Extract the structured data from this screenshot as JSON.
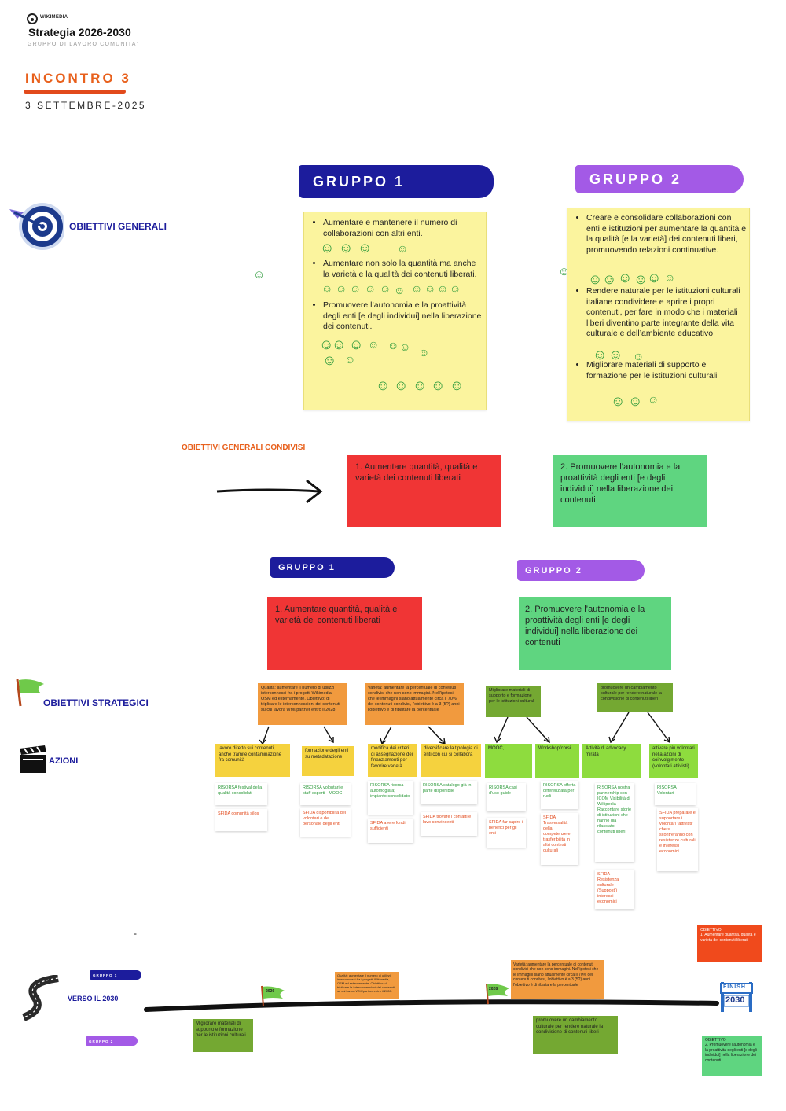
{
  "header": {
    "logo_text": "WIKIMEDIA",
    "title": "Strategia  2026-2030",
    "subtitle": "GRUPPO DI LAVORO COMUNITA'",
    "meeting": "INCONTRO 3",
    "date": "3 SETTEMBRE-2025"
  },
  "groups": {
    "g1": "GRUPPO 1",
    "g2": "GRUPPO 2"
  },
  "sections": {
    "obiettivi_generali": "OBIETTIVI GENERALI",
    "condivisi": "OBIETTIVI GENERALI CONDIVISI",
    "strategici": "OBIETTIVI STRATEGICI",
    "azioni": "AZIONI",
    "verso": "VERSO IL 2030"
  },
  "g1_goals": [
    "Aumentare e mantenere il numero di collaborazioni con altri enti.",
    "Aumentare non solo la quantità ma anche la varietà e la qualità dei contenuti liberati.",
    "Promuovere l’autonomia e la proattività degli enti [e degli individui] nella liberazione dei contenuti."
  ],
  "g2_goals": [
    "Creare e consolidare collaborazioni con enti e istituzioni per aumentare la quantità e la qualità [e la varietà] dei contenuti liberi, promuovendo relazioni continuative.",
    "Rendere naturale per le istituzioni culturali italiane condividere e aprire i propri contenuti, per fare in modo che i materiali liberi diventino parte integrante della vita culturale e dell’ambiente educativo",
    "Migliorare materiali di supporto e formazione per le istituzioni culturali"
  ],
  "shared": {
    "one": "1. Aumentare quantità, qualità e varietà dei contenuti liberati",
    "two": "2. Promuovere l’autonomia e la proattività degli enti [e degli individui] nella liberazione dei contenuti"
  },
  "strategic": {
    "s1": "Qualità: aumentare il numero di utilizzi interconnessi fra i progetti Wikimedia, OSM ed esternamente. Obiettivo: di triplicare le interconnessioni dei contenuti su cui lavora WMI/partner entro il 2028.",
    "s2": "Varietà: aumentare la percentuale di contenuti condivisi che non sono immagini. Nell'ipotesi che le immagini siano attualmente circa il 70% dei contenuti condivisi, l'obiettivo è a 3 (5?) anni l'obiettivo è di ribaltare la percentuale",
    "s3": "Migliorare materiali di supporto e formazione per le istituzioni culturali",
    "s4": "promuovere un cambiamento culturale per rendere naturale la condivisione di contenuti liberi"
  },
  "actions": {
    "a1": "lavoro diretto sui contenuti, anche tramite contaminazione fra comunità",
    "a2": "formazione degli enti su metadatazione",
    "a3": "modifica dei criteri di assegnazione dei finanziamenti per favorire varietà",
    "a4": "diversificare la tipologia di enti con cui si collabora",
    "a5": "MOOC,",
    "a6": "Workshop/corsi",
    "a7": "Attività di advocacy mirata",
    "a8": "attivare più volontari nella azioni di coinvolgimento (volontari attivisti)"
  },
  "cards": {
    "c1r": "RISORSA festival della qualità consolidati",
    "c1s": "SFIDA comunità silos",
    "c2r": "RISORSA volontari e staff esperti - MOOC",
    "c2s": "SFIDA disponibilità dei volontari e del personale degli enti",
    "c3r": "RISORSA risorsa automoglata; impianto consolidato",
    "c3s": "SFIDA avere fondi sufficienti",
    "c4r": "RISORSA catalogo già in parte disponibile",
    "c4s": "SFIDA trovare i contatti e lavo convincenti",
    "c5r": "RISORSA casi d'uso guide",
    "c5s": "SFIDA far capire i benefici per gli enti",
    "c6r": "RISORSA offerta differenziata per ruoli",
    "c6s": "SFIDA Trasversalità della competenze e trasferibilità in altri contesti culturali",
    "c7r": "RISORSA nostra partnership con ICOM Visibilità di Wikipedia Raccontare storie di istituzioni che hanno già rilasciato contenuti liberi",
    "c7s": "SFIDA Resistenza culturale (Supposti) interessi economici",
    "c8r": "RISORSA Volontari",
    "c8s": "SFIDA preparare e supportare i volontari \"attivisti\" che si scontreranno con resistenze culturali e interessi economici"
  },
  "timeline": {
    "dash": "-",
    "g1_label": "GRUPPO 1",
    "g2_label": "GRUPPO 2",
    "flag_2026": "2026",
    "flag_2028": "2028",
    "finish": "FINISH",
    "finish_year": "2030",
    "obj1": "OBIETTIVO\n1. Aumentare quantità, qualità e varietà dei contenuti liberati",
    "obj2": "OBIETTIVO\n2. Promuovere l'autonomia e la proattività degli enti [e degli individui] nella liberazione dei contenuti",
    "t_q": "Qualità: aumentare il numero di utilizzi interconnessi fra i progetti Wikimedia, OSM ed esternamente. Obiettivo: di triplicare le interconnessioni dei contenuti su cui lavora WMI/partner entro il 2028.",
    "t_v": "Varietà: aumentare la percentuale di contenuti condivisi che non sono immagini. Nell'ipotesi che le immagini siano attualmente circa il 70% dei contenuti condivisi, l'obiettivo è a 3 (5?) anni l'obiettivo è di ribaltare la percentuale",
    "t_m": "Migliorare materiali di supporto e formazione per le istituzioni culturali",
    "t_p": "promuovere un cambiamento culturale per rendere naturale la condivisione di contenuti liberi"
  },
  "colors": {
    "blue": "#1c1c9c",
    "purple": "#a35ae6",
    "orange": "#e8601c",
    "red": "#f03535",
    "green": "#5fd580"
  },
  "smiley_glyph": "☺"
}
